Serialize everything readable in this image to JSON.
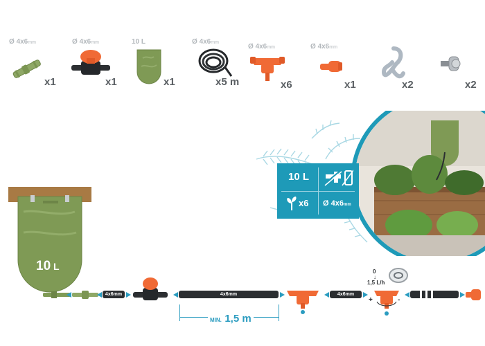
{
  "parts": [
    {
      "name": "connector",
      "label_prefix": "Ø",
      "label_main": "4x6",
      "label_unit": "mm",
      "qty": "x1"
    },
    {
      "name": "valve",
      "label_prefix": "Ø",
      "label_main": "4x6",
      "label_unit": "mm",
      "qty": "x1"
    },
    {
      "name": "bag",
      "label_prefix": "",
      "label_main": "10 L",
      "label_unit": "",
      "qty": "x1"
    },
    {
      "name": "tubing",
      "label_prefix": "Ø",
      "label_main": "4x6",
      "label_unit": "mm",
      "qty": "x5 m"
    },
    {
      "name": "dripper",
      "label_prefix": "Ø",
      "label_main": "4x6",
      "label_unit": "mm",
      "qty": "x6"
    },
    {
      "name": "end-plug",
      "label_prefix": "Ø",
      "label_main": "4x6",
      "label_unit": "mm",
      "qty": "x1"
    },
    {
      "name": "hook",
      "label_prefix": "",
      "label_main": "",
      "label_unit": "",
      "qty": "x2"
    },
    {
      "name": "screw-hook",
      "label_prefix": "",
      "label_main": "",
      "label_unit": "",
      "qty": "x2"
    }
  ],
  "infobox": {
    "volume": "10 L",
    "drippers": "x6",
    "diameter_prefix": "Ø",
    "diameter_main": "4x6",
    "diameter_unit": "mm",
    "icons": [
      "no-tap-icon",
      "no-battery-icon",
      "sprout-icon"
    ]
  },
  "diagram": {
    "tank_label_main": "10",
    "tank_label_unit": "L",
    "tube_label": "4x6mm",
    "min_prefix": "MIN.",
    "min_value": "1,5 m",
    "flow_top": "0",
    "flow_bottom": "1,5 L/h",
    "plus": "+",
    "minus": "-"
  },
  "colors": {
    "accent": "#1e9ab8",
    "bag_green": "#7f9a55",
    "orange": "#f06a35",
    "tube": "#2b2e31",
    "wood": "#a87a44"
  }
}
